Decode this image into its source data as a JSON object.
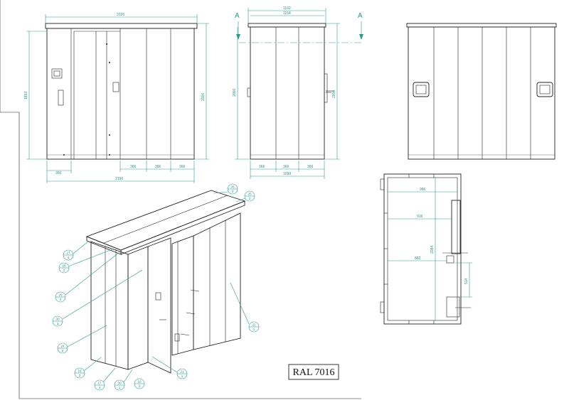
{
  "front_view": {
    "width_top": "2226",
    "height_left": "1893",
    "height_right": "2006",
    "panel_left": "366",
    "panels": [
      "366",
      "366",
      "366"
    ],
    "width_bottom": "2196"
  },
  "side_view": {
    "width_outer": "1162",
    "width_inner": "1154",
    "height_left": "2000",
    "height_right": "2006",
    "panels": [
      "366",
      "366",
      "366"
    ],
    "width_bottom": "1098",
    "section_left": "A",
    "section_right": "A"
  },
  "plan_view": {
    "dims": [
      "986",
      "919",
      "882"
    ],
    "height": "2084",
    "door_offset": "514"
  },
  "callouts": [
    {
      "num": "26",
      "qty": "2"
    },
    {
      "num": "25",
      "qty": "2"
    },
    {
      "num": "27",
      "qty": "4"
    },
    {
      "num": "28",
      "qty": "2"
    },
    {
      "num": "29",
      "qty": "2"
    },
    {
      "num": "30",
      "qty": "1"
    },
    {
      "num": "24",
      "qty": "2"
    },
    {
      "num": "22",
      "qty": "1"
    },
    {
      "num": "21",
      "qty": "1"
    },
    {
      "num": "18",
      "qty": "2"
    },
    {
      "num": "17",
      "qty": "4"
    },
    {
      "num": "30",
      "qty": "1"
    },
    {
      "num": "18",
      "qty": "1"
    }
  ],
  "color_code": "RAL 7016"
}
